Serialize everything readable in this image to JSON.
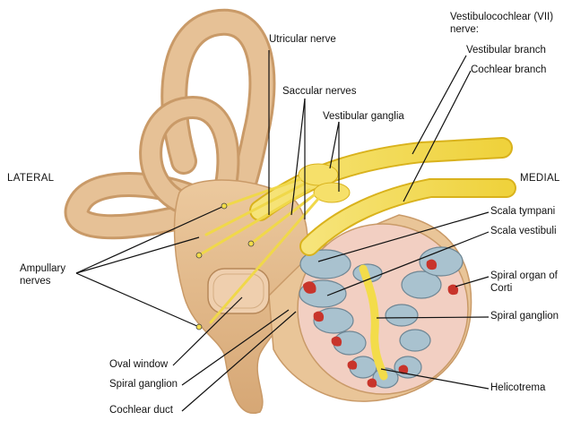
{
  "orientation": {
    "lateral": "LATERAL",
    "medial": "MEDIAL"
  },
  "labels": {
    "utricular_nerve": "Utricular nerve",
    "saccular_nerves": "Saccular nerves",
    "vestibular_ganglia": "Vestibular ganglia",
    "vestibulocochlear_nerve_line1": "Vestibulocochlear (VII)",
    "vestibulocochlear_nerve_line2": "nerve:",
    "vestibular_branch": "Vestibular branch",
    "cochlear_branch": "Cochlear branch",
    "scala_tympani": "Scala tympani",
    "scala_vestibuli": "Scala vestibuli",
    "spiral_organ_line1": "Spiral organ of",
    "spiral_organ_line2": "Corti",
    "spiral_ganglion_right": "Spiral ganglion",
    "helicotrema": "Helicotrema",
    "ampullary_line1": "Ampullary",
    "ampullary_line2": "nerves",
    "oval_window": "Oval window",
    "spiral_ganglion_left": "Spiral ganglion",
    "cochlear_duct": "Cochlear duct"
  },
  "colors": {
    "bone": "#e3bb8d",
    "bone_shadow": "#c99a68",
    "nerve": "#f3dc4a",
    "nerve_edge": "#d9b21c",
    "duct": "#a9c2cf",
    "organ_red": "#c8342b",
    "tissue": "#f4d3c8",
    "leader": "#111111"
  }
}
